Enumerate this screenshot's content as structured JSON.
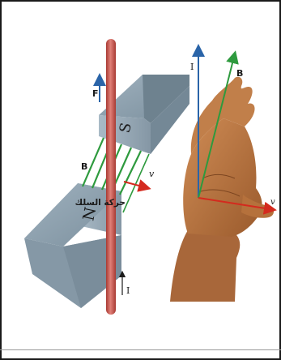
{
  "diagram": {
    "left_panel": {
      "magnet_top_pole": "S",
      "magnet_bottom_pole": "N",
      "force_label": "F",
      "field_label": "B",
      "velocity_label": "v",
      "wire_motion_label": "حركة السلك",
      "current_label": "I"
    },
    "right_panel": {
      "current_label": "I",
      "field_label": "B",
      "velocity_label": "v"
    },
    "colors": {
      "wire": "#c8524a",
      "magnet": "#8fa3b1",
      "field_lines": "#2e9a3e",
      "force_arrow": "#2a64a8",
      "velocity_arrow": "#d42a1e",
      "skin": "#b5713c"
    }
  }
}
